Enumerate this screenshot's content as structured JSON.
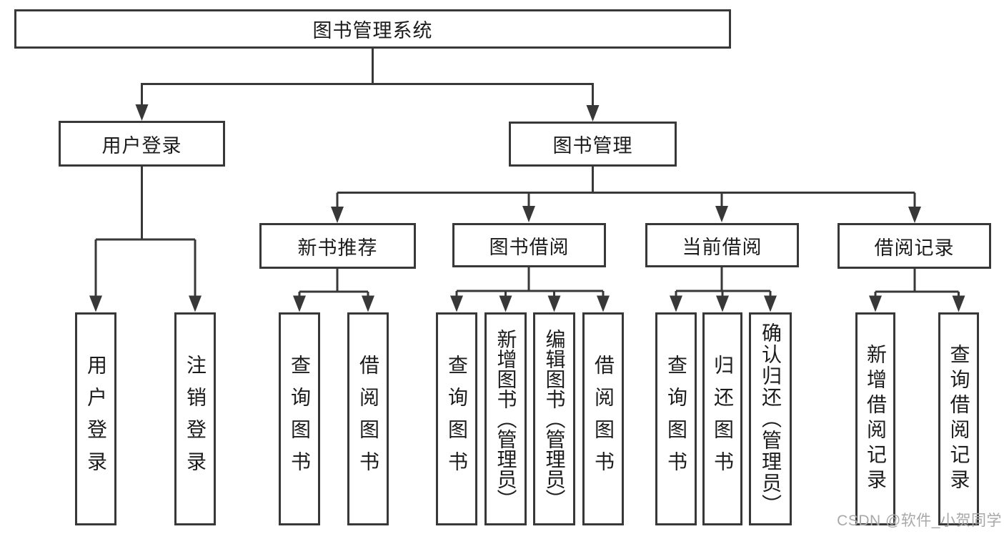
{
  "tree": {
    "root": "图书管理系统",
    "login": {
      "label": "用户登录",
      "children": [
        "用户登录",
        "注销登录"
      ]
    },
    "mgmt": {
      "label": "图书管理"
    },
    "recommend": {
      "label": "新书推荐",
      "children": [
        "查询图书",
        "借阅图书"
      ]
    },
    "borrow": {
      "label": "图书借阅",
      "children": [
        "查询图书",
        "新增图书（管理员）",
        "编辑图书（管理员）",
        "借阅图书"
      ]
    },
    "current": {
      "label": "当前借阅",
      "children": [
        "查询图书",
        "归还图书",
        "确认归还（管理员）"
      ]
    },
    "records": {
      "label": "借阅记录",
      "children": [
        "新增借阅记录",
        "查询借阅记录"
      ]
    }
  },
  "watermark": "CSDN @软件_小贺同学",
  "colors": {
    "line": "#383838",
    "text": "#1c1c1c",
    "watermark": "#a8a8a8",
    "background": "#ffffff"
  }
}
